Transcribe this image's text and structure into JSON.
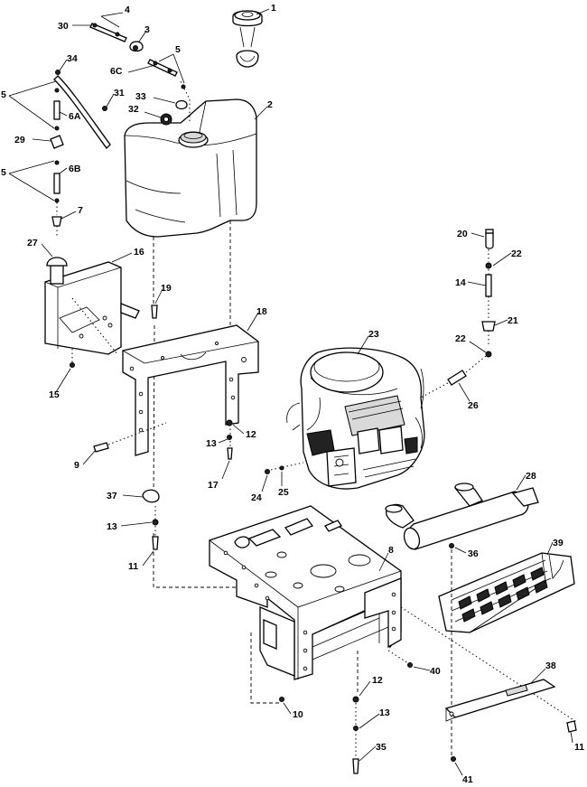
{
  "callouts": [
    {
      "id": "c1",
      "text": "1"
    },
    {
      "id": "c2",
      "text": "2"
    },
    {
      "id": "c3",
      "text": "3"
    },
    {
      "id": "c4",
      "text": "4"
    },
    {
      "id": "c5a",
      "text": "5"
    },
    {
      "id": "c5b",
      "text": "5"
    },
    {
      "id": "c5c",
      "text": "5"
    },
    {
      "id": "c6c",
      "text": "6C"
    },
    {
      "id": "c6a",
      "text": "6A"
    },
    {
      "id": "c6b",
      "text": "6B"
    },
    {
      "id": "c7",
      "text": "7"
    },
    {
      "id": "c8",
      "text": "8"
    },
    {
      "id": "c9",
      "text": "9"
    },
    {
      "id": "c10",
      "text": "10"
    },
    {
      "id": "c11a",
      "text": "11"
    },
    {
      "id": "c11b",
      "text": "11"
    },
    {
      "id": "c12a",
      "text": "12"
    },
    {
      "id": "c12b",
      "text": "12"
    },
    {
      "id": "c13a",
      "text": "13"
    },
    {
      "id": "c13b",
      "text": "13"
    },
    {
      "id": "c13c",
      "text": "13"
    },
    {
      "id": "c14",
      "text": "14"
    },
    {
      "id": "c15",
      "text": "15"
    },
    {
      "id": "c16",
      "text": "16"
    },
    {
      "id": "c17",
      "text": "17"
    },
    {
      "id": "c18",
      "text": "18"
    },
    {
      "id": "c19",
      "text": "19"
    },
    {
      "id": "c20",
      "text": "20"
    },
    {
      "id": "c21",
      "text": "21"
    },
    {
      "id": "c22a",
      "text": "22"
    },
    {
      "id": "c22b",
      "text": "22"
    },
    {
      "id": "c23",
      "text": "23"
    },
    {
      "id": "c24",
      "text": "24"
    },
    {
      "id": "c25",
      "text": "25"
    },
    {
      "id": "c26",
      "text": "26"
    },
    {
      "id": "c27",
      "text": "27"
    },
    {
      "id": "c28",
      "text": "28"
    },
    {
      "id": "c29",
      "text": "29"
    },
    {
      "id": "c30",
      "text": "30"
    },
    {
      "id": "c31",
      "text": "31"
    },
    {
      "id": "c32",
      "text": "32"
    },
    {
      "id": "c33",
      "text": "33"
    },
    {
      "id": "c34",
      "text": "34"
    },
    {
      "id": "c35",
      "text": "35"
    },
    {
      "id": "c36",
      "text": "36"
    },
    {
      "id": "c37",
      "text": "37"
    },
    {
      "id": "c38",
      "text": "38"
    },
    {
      "id": "c39",
      "text": "39"
    },
    {
      "id": "c40",
      "text": "40"
    },
    {
      "id": "c41",
      "text": "41"
    }
  ]
}
